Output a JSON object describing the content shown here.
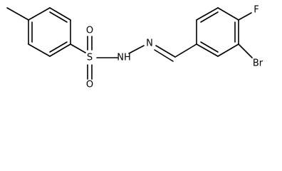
{
  "molecule": {
    "atoms": {
      "sulfur": "S",
      "oxygen_top": "O",
      "oxygen_bottom": "O",
      "nh": "NH",
      "n_imine": "N",
      "fluorine": "F",
      "bromine": "Br"
    }
  }
}
